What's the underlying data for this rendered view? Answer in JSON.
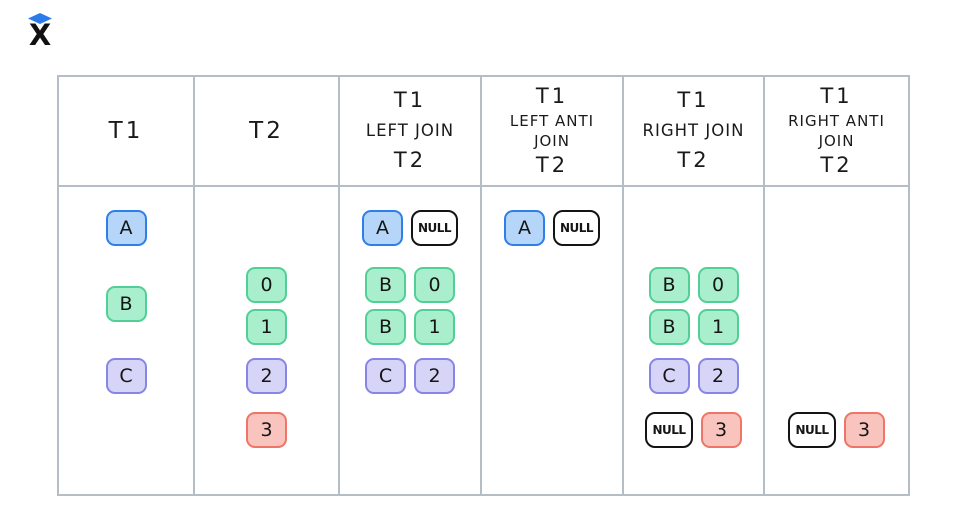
{
  "logo": {
    "letter": "X",
    "letter_color": "#111111",
    "diamond_color": "#2b7ce9"
  },
  "join_table": {
    "grid_line_color": "#b5bdc7",
    "palette": {
      "blue": {
        "fill": "#b5d6f8",
        "border": "#2e7fe8"
      },
      "green": {
        "fill": "#a9efcd",
        "border": "#52cf96"
      },
      "purple": {
        "fill": "#d6d5f7",
        "border": "#8886e4"
      },
      "red": {
        "fill": "#f9c4bd",
        "border": "#ee7567"
      },
      "null": {
        "fill": "#ffffff",
        "border": "#141414"
      }
    },
    "columns": [
      {
        "id": "t1",
        "header_lines": [
          "T1"
        ],
        "rows": [
          {
            "slot": "r1",
            "cells": [
              {
                "text": "A",
                "color": "blue"
              }
            ]
          },
          {
            "slot": "r2_5",
            "cells": [
              {
                "text": "B",
                "color": "green"
              }
            ]
          },
          {
            "slot": "r4",
            "cells": [
              {
                "text": "C",
                "color": "purple"
              }
            ]
          }
        ]
      },
      {
        "id": "t2",
        "header_lines": [
          "T2"
        ],
        "rows": [
          {
            "slot": "r2",
            "cells": [
              {
                "text": "0",
                "color": "green"
              }
            ]
          },
          {
            "slot": "r3",
            "cells": [
              {
                "text": "1",
                "color": "green"
              }
            ]
          },
          {
            "slot": "r4",
            "cells": [
              {
                "text": "2",
                "color": "purple"
              }
            ]
          },
          {
            "slot": "r5",
            "cells": [
              {
                "text": "3",
                "color": "red"
              }
            ]
          }
        ]
      },
      {
        "id": "left-join",
        "header_lines": [
          "T1",
          "LEFT JOIN",
          "T2"
        ],
        "rows": [
          {
            "slot": "r1",
            "cells": [
              {
                "text": "A",
                "color": "blue"
              },
              {
                "text": "NULL",
                "color": "null"
              }
            ]
          },
          {
            "slot": "r2",
            "cells": [
              {
                "text": "B",
                "color": "green"
              },
              {
                "text": "0",
                "color": "green"
              }
            ]
          },
          {
            "slot": "r3",
            "cells": [
              {
                "text": "B",
                "color": "green"
              },
              {
                "text": "1",
                "color": "green"
              }
            ]
          },
          {
            "slot": "r4",
            "cells": [
              {
                "text": "C",
                "color": "purple"
              },
              {
                "text": "2",
                "color": "purple"
              }
            ]
          }
        ]
      },
      {
        "id": "left-anti-join",
        "header_lines": [
          "T1",
          "LEFT ANTI",
          "JOIN",
          "T2"
        ],
        "rows": [
          {
            "slot": "r1",
            "cells": [
              {
                "text": "A",
                "color": "blue"
              },
              {
                "text": "NULL",
                "color": "null"
              }
            ]
          }
        ]
      },
      {
        "id": "right-join",
        "header_lines": [
          "T1",
          "RIGHT JOIN",
          "T2"
        ],
        "rows": [
          {
            "slot": "r2",
            "cells": [
              {
                "text": "B",
                "color": "green"
              },
              {
                "text": "0",
                "color": "green"
              }
            ]
          },
          {
            "slot": "r3",
            "cells": [
              {
                "text": "B",
                "color": "green"
              },
              {
                "text": "1",
                "color": "green"
              }
            ]
          },
          {
            "slot": "r4",
            "cells": [
              {
                "text": "C",
                "color": "purple"
              },
              {
                "text": "2",
                "color": "purple"
              }
            ]
          },
          {
            "slot": "r5",
            "cells": [
              {
                "text": "NULL",
                "color": "null"
              },
              {
                "text": "3",
                "color": "red"
              }
            ]
          }
        ]
      },
      {
        "id": "right-anti-join",
        "header_lines": [
          "T1",
          "RIGHT ANTI",
          "JOIN",
          "T2"
        ],
        "rows": [
          {
            "slot": "r5",
            "cells": [
              {
                "text": "NULL",
                "color": "null"
              },
              {
                "text": "3",
                "color": "red"
              }
            ]
          }
        ]
      }
    ]
  }
}
